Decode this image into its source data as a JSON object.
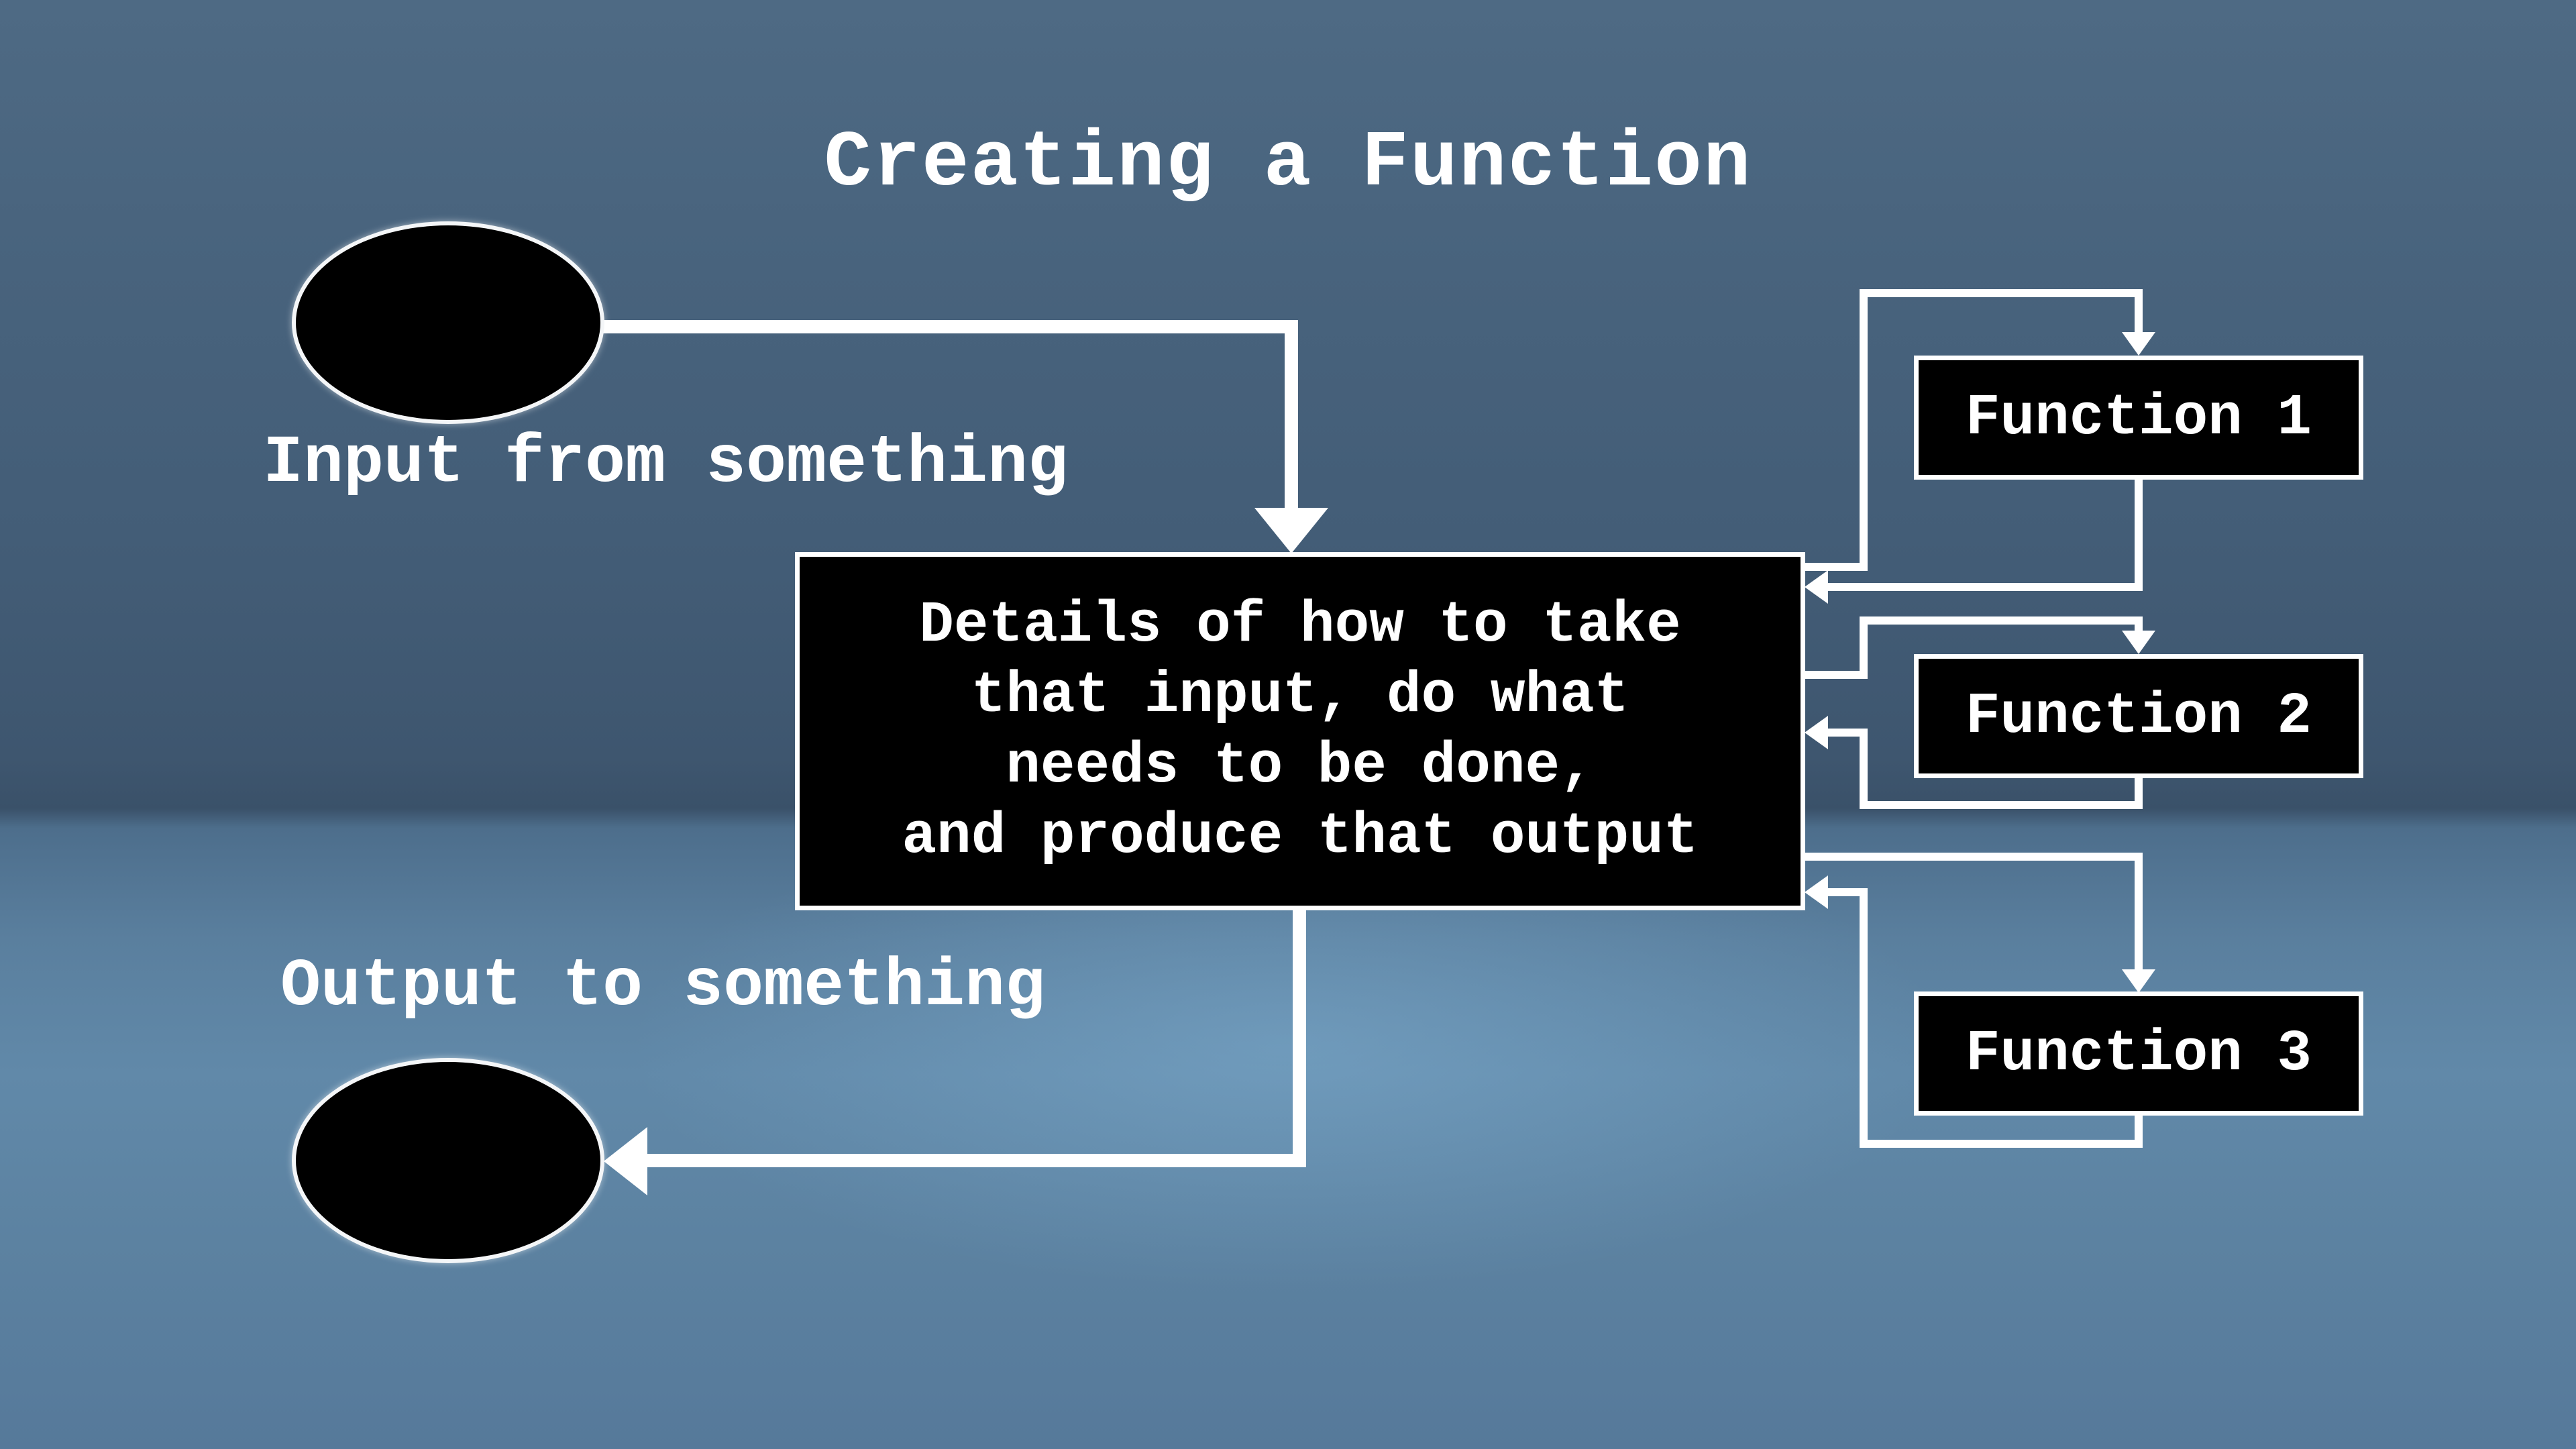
{
  "title": "Creating a Function",
  "input": {
    "label": "Input from something"
  },
  "output": {
    "label": "Output to something"
  },
  "main_box": {
    "lines": [
      "Details of how to take",
      "that input, do what",
      "needs to be done,",
      "and produce that output"
    ]
  },
  "functions": [
    {
      "label": "Function 1"
    },
    {
      "label": "Function 2"
    },
    {
      "label": "Function 3"
    }
  ],
  "colors": {
    "background_top": "#4e6a84",
    "background_horizon": "#3a5169",
    "background_bottom": "#5c82a1",
    "shape_fill": "#000000",
    "stroke": "#ffffff",
    "text": "#ffffff"
  }
}
